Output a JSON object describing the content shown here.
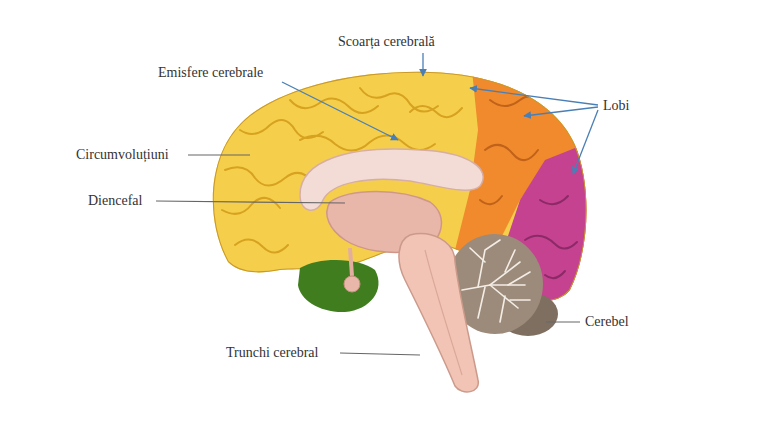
{
  "diagram": {
    "labels": [
      "Scoarța cerebrală",
      "Emisfere cerebrale",
      "Lobi",
      "Circumvoluțiuni",
      "Diencefal",
      "Trunchi cerebral",
      "Cerebel"
    ]
  }
}
